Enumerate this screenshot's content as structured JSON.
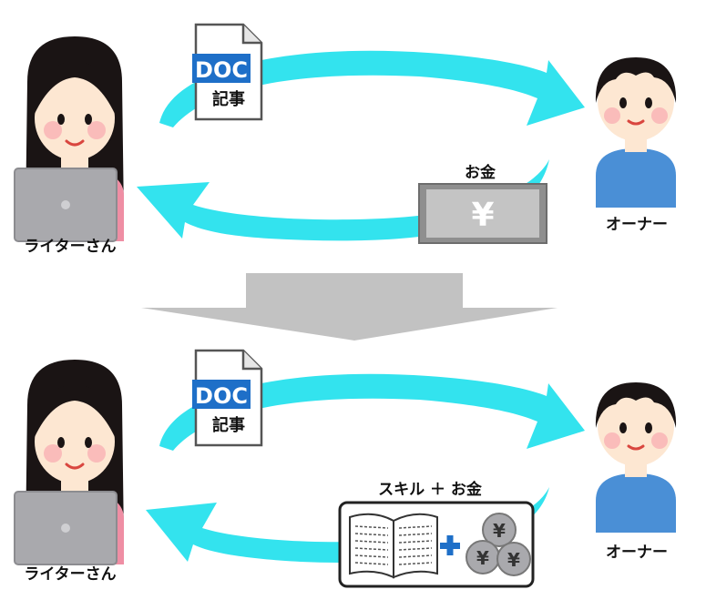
{
  "top": {
    "writer_label": "ライターさん",
    "owner_label": "オーナー",
    "doc_badge": "DOC",
    "doc_caption": "記事",
    "money_label": "お金",
    "yen_symbol": "¥"
  },
  "bottom": {
    "writer_label": "ライターさん",
    "owner_label": "オーナー",
    "doc_badge": "DOC",
    "doc_caption": "記事",
    "payment_label": "スキル ＋ お金",
    "yen_symbol": "¥"
  },
  "colors": {
    "arrow": "#33e3ee",
    "divider_arrow": "#c2c2c2",
    "doc_blue": "#1e6fc8",
    "plus_blue": "#1e6fc8",
    "writer_shirt": "#ef8ea4",
    "owner_shirt": "#4a8fd6",
    "hair": "#1a1414",
    "skin": "#fde7d2",
    "laptop": "#a9a9ad"
  }
}
